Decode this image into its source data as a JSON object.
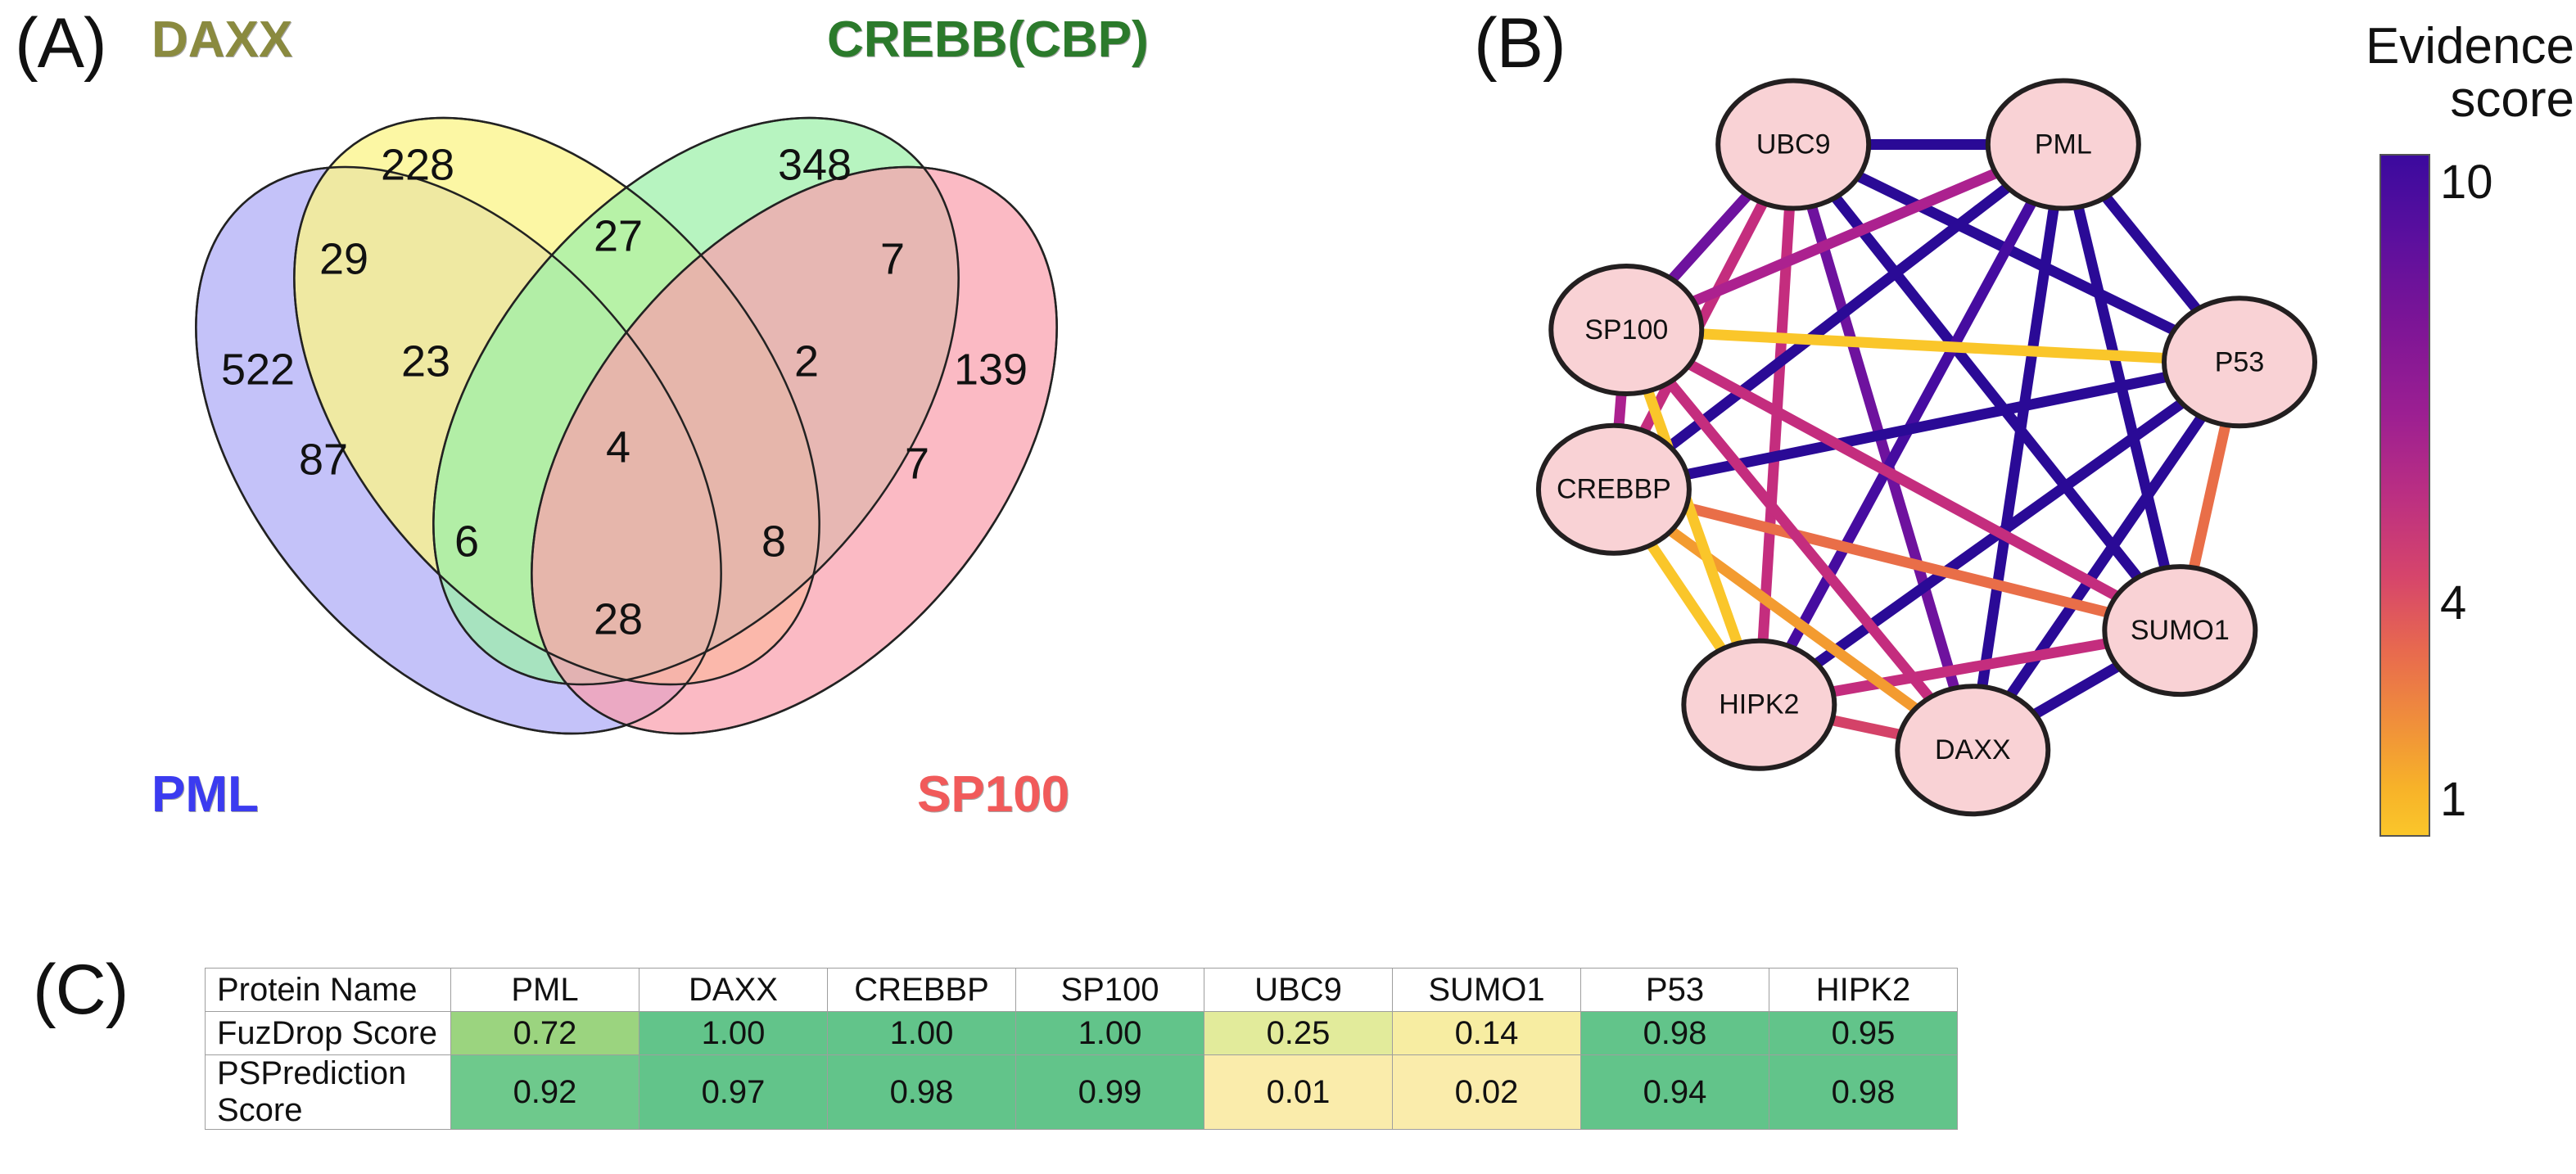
{
  "panels": {
    "a_letter": "(A)",
    "b_letter": "(B)",
    "c_letter": "(C)"
  },
  "venn": {
    "sets": [
      {
        "name": "DAXX",
        "label": "DAXX",
        "color": "#8a8a3f",
        "fill": "#fbf8a8"
      },
      {
        "name": "CREBB(CBP)",
        "label": "CREBB(CBP)",
        "color": "#2b7a2b",
        "fill": "#b9f5c4"
      },
      {
        "name": "PML",
        "label": "PML",
        "color": "#3b3bf0",
        "fill": "#b4b1f7"
      },
      {
        "name": "SP100",
        "label": "SP100",
        "color": "#f15a5a",
        "fill": "#f9aab4"
      }
    ],
    "regions": [
      {
        "id": "PML_only",
        "value": "522"
      },
      {
        "id": "DAXX_only",
        "value": "228"
      },
      {
        "id": "CREBB_only",
        "value": "348"
      },
      {
        "id": "SP100_only",
        "value": "139"
      },
      {
        "id": "PML_DAXX",
        "value": "29"
      },
      {
        "id": "DAXX_CREBB",
        "value": "27"
      },
      {
        "id": "CREBB_SP100",
        "value": "7"
      },
      {
        "id": "PML_DAXX_CREBB",
        "value": "23"
      },
      {
        "id": "DAXX_CREBB_SP100",
        "value": "2"
      },
      {
        "id": "PML_CREBB",
        "value": "87"
      },
      {
        "id": "PML_DAXX_CREBB_SP100",
        "value": "4"
      },
      {
        "id": "DAXX_SP100",
        "value": "7"
      },
      {
        "id": "PML_CREBB_SP100",
        "value": "6"
      },
      {
        "id": "PML_DAXX_SP100",
        "value": "8"
      },
      {
        "id": "PML_SP100",
        "value": "28"
      }
    ]
  },
  "network": {
    "nodes": [
      {
        "id": "UBC9",
        "label": "UBC9"
      },
      {
        "id": "PML",
        "label": "PML"
      },
      {
        "id": "SP100",
        "label": "SP100"
      },
      {
        "id": "P53",
        "label": "P53"
      },
      {
        "id": "CREBBP",
        "label": "CREBBP"
      },
      {
        "id": "SUMO1",
        "label": "SUMO1"
      },
      {
        "id": "HIPK2",
        "label": "HIPK2"
      },
      {
        "id": "DAXX",
        "label": "DAXX"
      }
    ],
    "node_fill": "#f9d2d5",
    "node_stroke": "#231f20",
    "edges": [
      {
        "source": "UBC9",
        "target": "PML",
        "score": 10
      },
      {
        "source": "UBC9",
        "target": "P53",
        "score": 10
      },
      {
        "source": "UBC9",
        "target": "SUMO1",
        "score": 10
      },
      {
        "source": "UBC9",
        "target": "DAXX",
        "score": 8
      },
      {
        "source": "UBC9",
        "target": "HIPK2",
        "score": 5
      },
      {
        "source": "UBC9",
        "target": "SP100",
        "score": 8
      },
      {
        "source": "UBC9",
        "target": "CREBBP",
        "score": 5
      },
      {
        "source": "PML",
        "target": "P53",
        "score": 10
      },
      {
        "source": "PML",
        "target": "SUMO1",
        "score": 10
      },
      {
        "source": "PML",
        "target": "DAXX",
        "score": 10
      },
      {
        "source": "PML",
        "target": "HIPK2",
        "score": 9
      },
      {
        "source": "PML",
        "target": "SP100",
        "score": 6
      },
      {
        "source": "PML",
        "target": "CREBBP",
        "score": 10
      },
      {
        "source": "P53",
        "target": "SUMO1",
        "score": 3
      },
      {
        "source": "P53",
        "target": "DAXX",
        "score": 10
      },
      {
        "source": "P53",
        "target": "HIPK2",
        "score": 10
      },
      {
        "source": "P53",
        "target": "SP100",
        "score": 1
      },
      {
        "source": "P53",
        "target": "CREBBP",
        "score": 10
      },
      {
        "source": "SUMO1",
        "target": "DAXX",
        "score": 10
      },
      {
        "source": "SUMO1",
        "target": "HIPK2",
        "score": 5
      },
      {
        "source": "SUMO1",
        "target": "SP100",
        "score": 5
      },
      {
        "source": "SUMO1",
        "target": "CREBBP",
        "score": 3
      },
      {
        "source": "DAXX",
        "target": "HIPK2",
        "score": 4
      },
      {
        "source": "DAXX",
        "target": "SP100",
        "score": 5
      },
      {
        "source": "DAXX",
        "target": "CREBBP",
        "score": 2
      },
      {
        "source": "HIPK2",
        "target": "SP100",
        "score": 1
      },
      {
        "source": "HIPK2",
        "target": "CREBBP",
        "score": 1
      },
      {
        "source": "SP100",
        "target": "CREBBP",
        "score": 6
      }
    ]
  },
  "legend": {
    "title_line1": "Evidence",
    "title_line2": "score",
    "tick_top": "10",
    "tick_mid": "4",
    "tick_bottom": "1",
    "colors": {
      "high": "#3b0a9e",
      "mid": "#bb2f82",
      "low": "#fac62a"
    }
  },
  "chart_data": {
    "type": "table",
    "title": "FuzDrop and PSPrediction scores per protein",
    "columns": [
      "Protein Name",
      "PML",
      "DAXX",
      "CREBBP",
      "SP100",
      "UBC9",
      "SUMO1",
      "P53",
      "HIPK2"
    ],
    "rows": [
      {
        "label": "FuzDrop Score",
        "values": [
          "0.72",
          "1.00",
          "1.00",
          "1.00",
          "0.25",
          "0.14",
          "0.98",
          "0.95"
        ]
      },
      {
        "label": "PSPrediction Score",
        "values": [
          "0.92",
          "0.97",
          "0.98",
          "0.99",
          "0.01",
          "0.02",
          "0.94",
          "0.98"
        ]
      }
    ],
    "cell_colors": [
      [
        "#ffffff",
        "#9bd47f",
        "#62c48a",
        "#62c48a",
        "#62c48a",
        "#e2eb9b",
        "#f7eda2",
        "#62c48a",
        "#62c48a"
      ],
      [
        "#ffffff",
        "#6ec98c",
        "#62c48a",
        "#62c48a",
        "#62c48a",
        "#faecab",
        "#faecab",
        "#62c48a",
        "#62c48a"
      ]
    ],
    "header_bg": "#ffffff"
  }
}
